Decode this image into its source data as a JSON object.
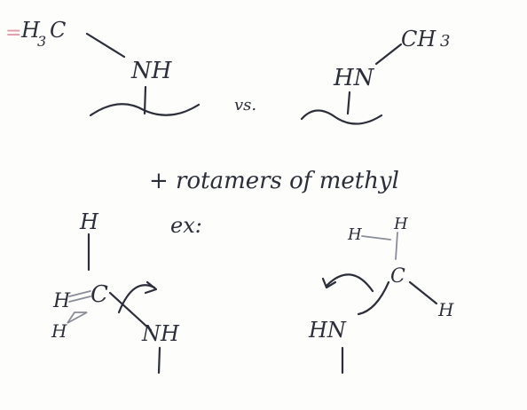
{
  "top_left": {
    "equals": "=",
    "methyl": "H",
    "methyl_sub": "3",
    "methyl_c": "C",
    "amine": "NH"
  },
  "versus": "vs.",
  "top_right": {
    "amine": "HN",
    "methyl": "CH",
    "methyl_sub": "3"
  },
  "note": {
    "line1": "+ rotamers of methyl",
    "line2": "ex:"
  },
  "bottom_left": {
    "h_top": "H",
    "h_left_upper": "H",
    "h_left_lower": "H",
    "carbon": "C",
    "amine": "NH"
  },
  "bottom_right": {
    "h_top_left": "H",
    "h_top_right": "H",
    "carbon": "C",
    "h_right": "H",
    "amine": "HN"
  },
  "colors": {
    "ink": "#2c2f3a",
    "accent": "#e39aa6"
  }
}
